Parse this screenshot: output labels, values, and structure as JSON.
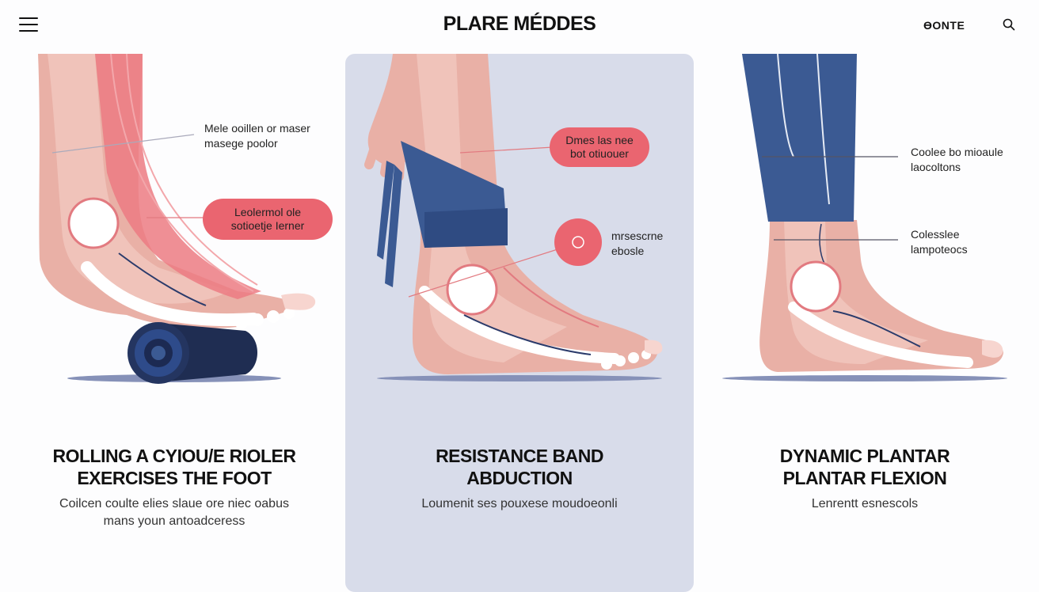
{
  "header": {
    "menu_icon": "hamburger-menu-icon",
    "brand": "PLARE MÉDDES",
    "nav_link": "ƟONTE",
    "search_icon": "search-icon"
  },
  "colors": {
    "accent": "#ea6570",
    "navy": "#3b5a93",
    "skin": "#e9b0a6",
    "panel": "#d8dcea"
  },
  "cards": [
    {
      "title": "ROLLING A CYIOU/E RIOLER\nEXERCISES THE FOOT",
      "description": "Coilcen coulte elies slaue ore niec oabus\nmans youn antoadceress",
      "callouts": [
        {
          "text": "Mele ooillen or maser\nmasegе poolor",
          "style": "plain"
        },
        {
          "text": "Leolermol ole\nsotioetje Ierner",
          "style": "pill"
        }
      ]
    },
    {
      "title": "RESISTANCE BAND\nABDUCTION",
      "description": "Loumenit ses pouxese moudoeonli",
      "callouts": [
        {
          "text": "Dmes las nee\nbot otiuouer",
          "style": "pill"
        },
        {
          "text": "mrsescrne\nebosle",
          "style": "plain"
        }
      ]
    },
    {
      "title": "DYNAMIC PLANTAR\nPLANTAR FLEXION",
      "description": "Lenrentt esnescols",
      "callouts": [
        {
          "text": "Coolee bo mioaule\nlaocoltons",
          "style": "plain"
        },
        {
          "text": "Colesslee\nlampoteocs",
          "style": "plain"
        }
      ]
    }
  ]
}
